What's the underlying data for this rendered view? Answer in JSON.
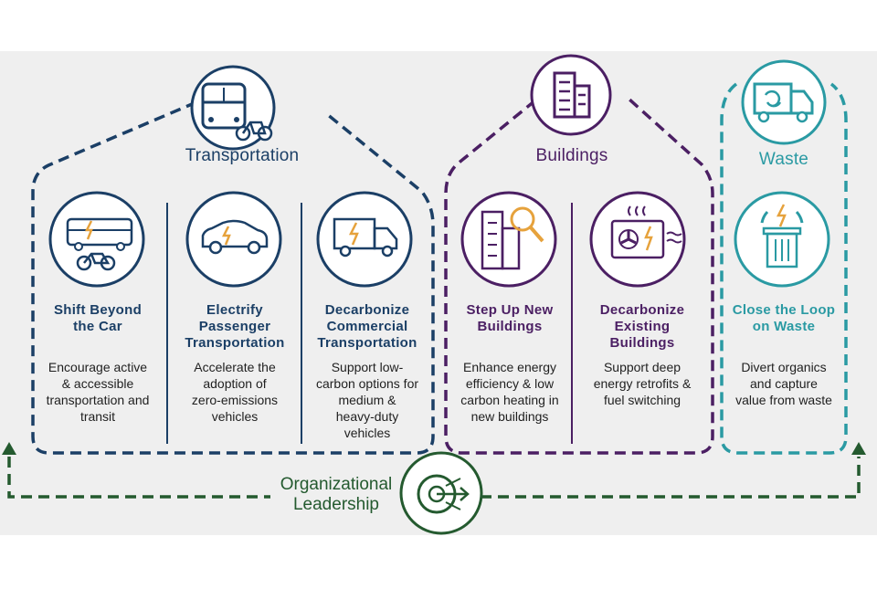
{
  "sections": {
    "transportation": {
      "title": "Transportation",
      "color": "#1b3f66",
      "header_icon": "bus-and-bicycle-icon",
      "actions": [
        {
          "title": "Shift Beyond\nthe Car",
          "description": "Encourage active\n& accessible\ntransportation and\ntransit",
          "icon": "bus-bicycle-icon"
        },
        {
          "title": "Electrify\nPassenger\nTransportation",
          "description": "Accelerate the\nadoption of\nzero-emissions\nvehicles",
          "icon": "electric-car-icon"
        },
        {
          "title": "Decarbonize\nCommercial\nTransportation",
          "description": "Support low-\ncarbon options for\nmedium &\nheavy-duty\nvehicles",
          "icon": "electric-truck-icon"
        }
      ]
    },
    "buildings": {
      "title": "Buildings",
      "color": "#4b1f63",
      "header_icon": "buildings-icon",
      "actions": [
        {
          "title": "Step Up New\nBuildings",
          "description": "Enhance energy\nefficiency & low\ncarbon heating in\nnew buildings",
          "icon": "building-magnifier-icon"
        },
        {
          "title": "Decarbonize\nExisting\nBuildings",
          "description": "Support deep\nenergy retrofits &\nfuel switching",
          "icon": "heat-pump-icon"
        }
      ]
    },
    "waste": {
      "title": "Waste",
      "color": "#2a9aa3",
      "header_icon": "recycling-truck-icon",
      "actions": [
        {
          "title": "Close the Loop\non Waste",
          "description": "Divert organics\nand capture\nvalue from waste",
          "icon": "recycling-bin-icon"
        }
      ]
    }
  },
  "leadership": {
    "label": "Organizational\nLeadership",
    "color": "#245a2f",
    "icon": "gear-arrow-icon"
  }
}
